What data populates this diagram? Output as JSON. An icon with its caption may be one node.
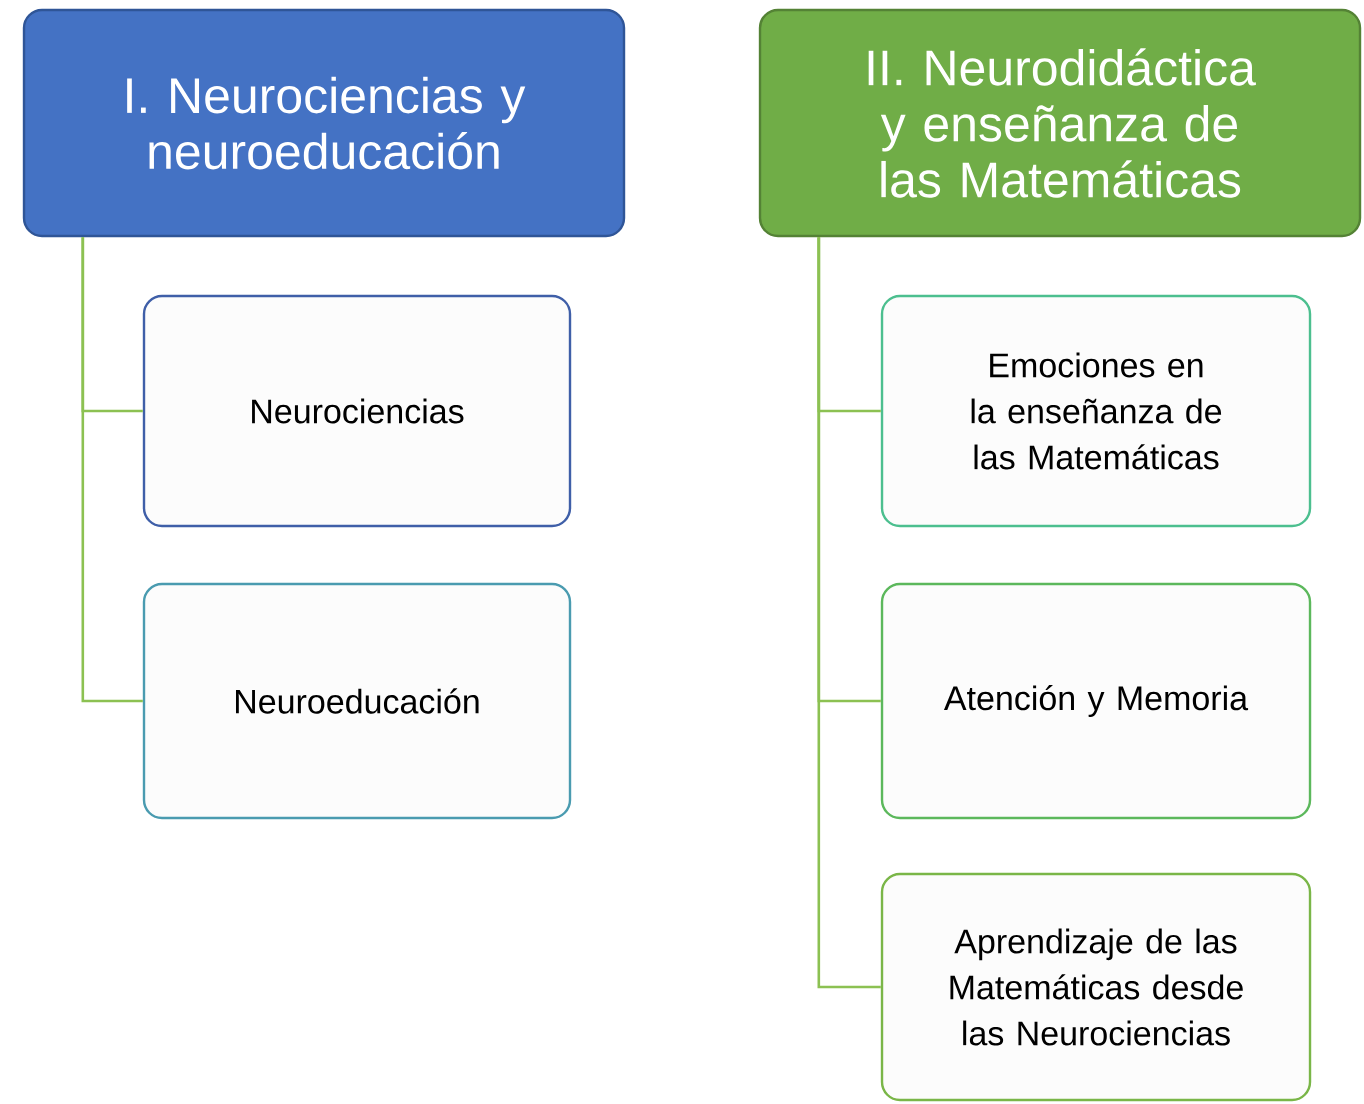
{
  "diagram": {
    "nodes": [
      {
        "text": [
          "I. Neurociencias y neuroeducación"
        ]
      },
      {
        "text": [
          "Neurociencias"
        ]
      },
      {
        "text": [
          "Neuroeducación"
        ]
      },
      {
        "text": [
          "II. Neurodidáctica y enseñanza de las Matemáticas"
        ]
      },
      {
        "text": [
          "Emociones en la enseñanza de las Matemáticas"
        ]
      },
      {
        "text": [
          "Atención y Memoria"
        ]
      },
      {
        "text": [
          "Aprendizaje de las Matemáticas desde las Neurociencias"
        ]
      }
    ],
    "edges": [
      {
        "from": 0,
        "to": 1,
        "arrow": "none"
      },
      {
        "from": 0,
        "to": 2,
        "arrow": "none"
      },
      {
        "from": 3,
        "to": 4,
        "arrow": "none"
      },
      {
        "from": 3,
        "to": 5,
        "arrow": "none"
      },
      {
        "from": 3,
        "to": 6,
        "arrow": "none"
      }
    ]
  }
}
